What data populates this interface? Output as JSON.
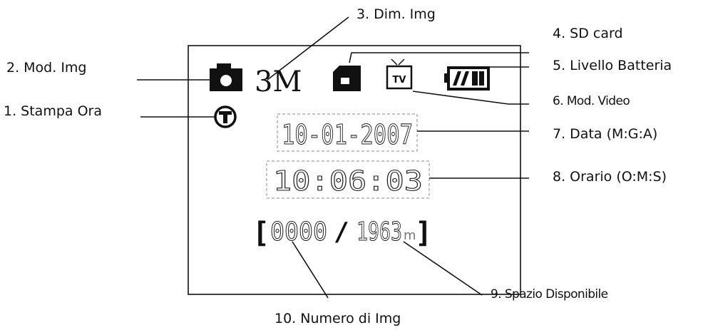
{
  "labels": {
    "time_stamp": "1. Stampa Ora",
    "img_mode": "2. Mod. Img",
    "img_size": "3. Dim. Img",
    "sd_card": "4. SD card",
    "battery": "5. Livello Batteria",
    "video_mode": "6. Mod. Video",
    "date": "7. Data (M:G:A)",
    "time": "8. Orario (O:M:S)",
    "space": "9. Spazio Disponibile",
    "img_count": "10. Numero di Img"
  },
  "display": {
    "img_size_value": "3M",
    "tv_label": "TV",
    "timestamp_glyph": "T",
    "date_value": "10-01-2007",
    "time_value": "10:06:03",
    "counter_open": "[",
    "photo_count": "0000",
    "separator": "/",
    "available": "1963",
    "available_unit": "m",
    "counter_close": "]"
  },
  "icons": [
    "camera-icon",
    "sd-card-icon",
    "tv-icon",
    "battery-icon",
    "timestamp-icon"
  ]
}
